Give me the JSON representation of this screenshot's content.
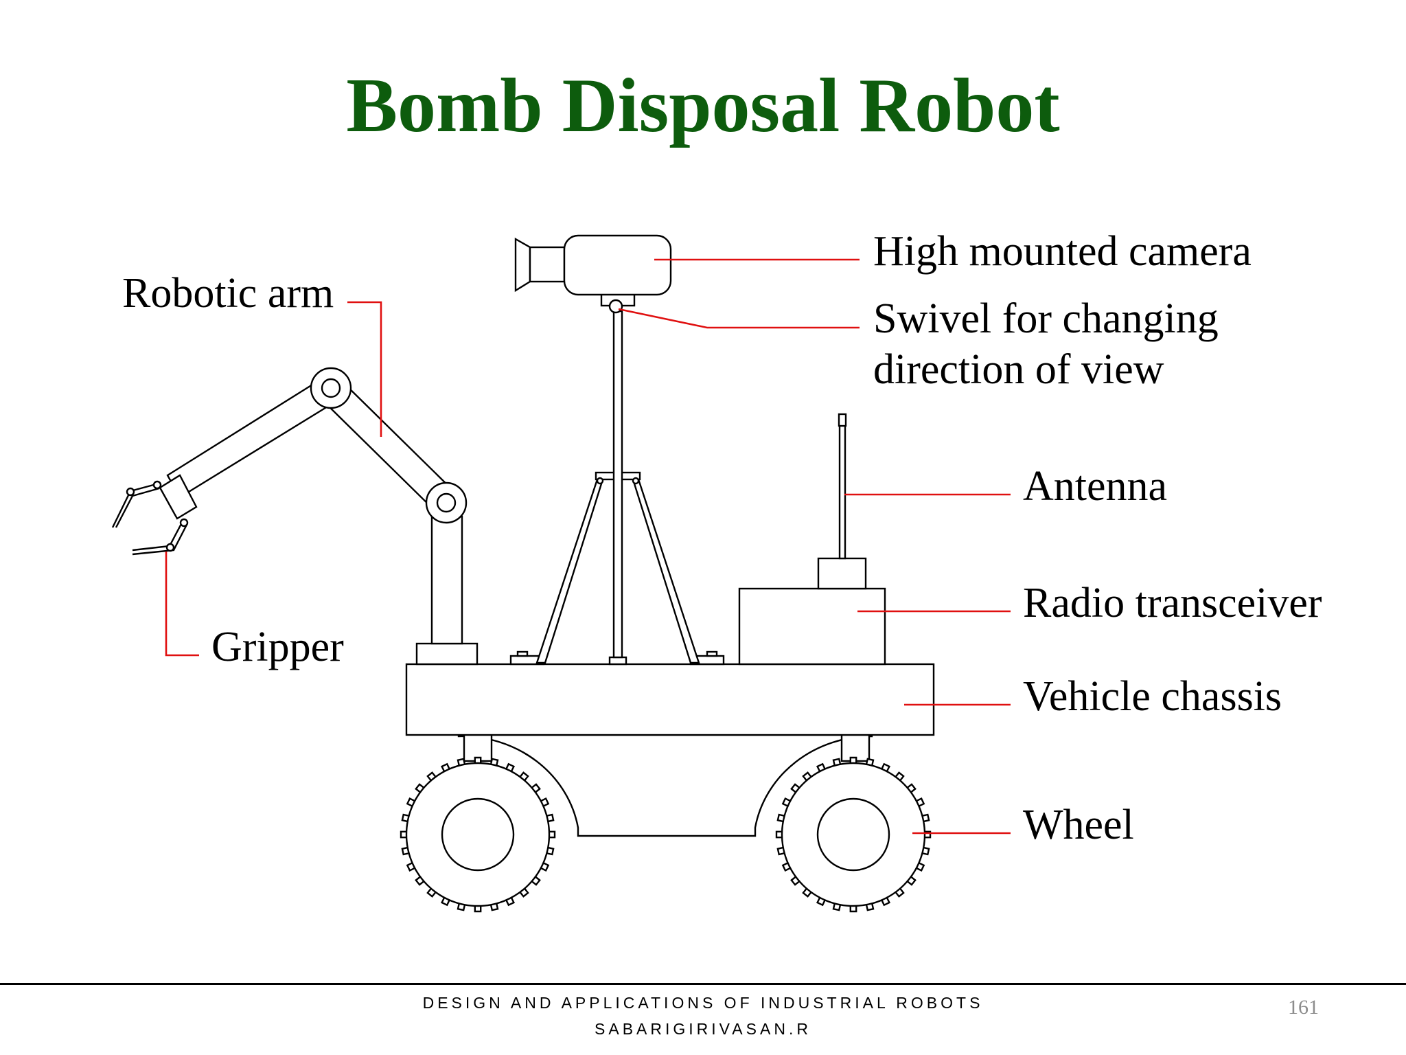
{
  "title": "Bomb Disposal Robot",
  "labels": {
    "camera": "High mounted camera",
    "swivel_line1": "Swivel for changing",
    "swivel_line2": "direction of view",
    "arm": "Robotic arm",
    "gripper": "Gripper",
    "antenna": "Antenna",
    "radio": "Radio transceiver",
    "chassis": "Vehicle chassis",
    "wheel": "Wheel"
  },
  "colors": {
    "title": "#0d5c0d",
    "leader_lines": "#e01010",
    "outline": "#000000",
    "page_number": "#8c8c8c"
  },
  "footer": {
    "course": "DESIGN AND APPLICATIONS OF INDUSTRIAL ROBOTS",
    "author": "SABARIGIRIVASAN.R",
    "page_number": "161"
  }
}
